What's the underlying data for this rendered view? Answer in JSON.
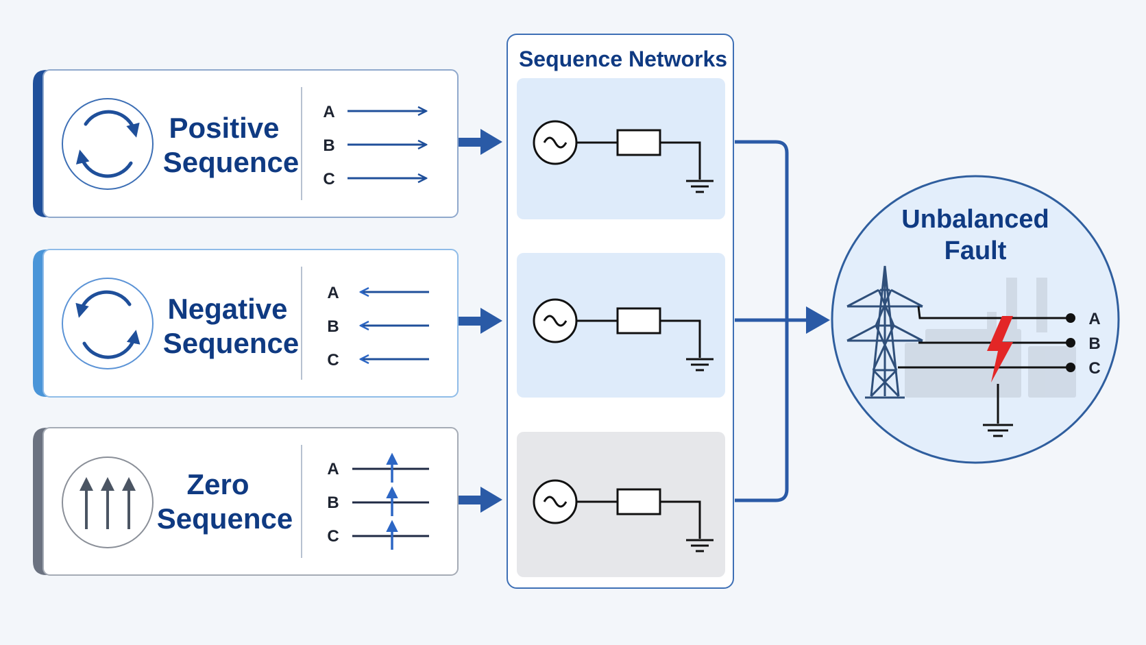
{
  "colors": {
    "background": "#f3f6fa",
    "panel_border": "#8fa8cc",
    "accent_dark_blue": "#1f4f9a",
    "accent_light_blue": "#4a95d8",
    "accent_gray": "#6b7280",
    "arrow_blue": "#2a5aa6",
    "fault_red": "#e32626",
    "network_blue_fill": "#deebfa",
    "network_gray_fill": "#e6e7ea",
    "title_blue": "#0f3a82"
  },
  "panels": [
    {
      "key": "positive",
      "title_line1": "Positive",
      "title_line2": "Sequence",
      "icon": "rotate-clockwise-icon",
      "phase_arrow": "arrow-right-icon",
      "phases": [
        "A",
        "B",
        "C"
      ]
    },
    {
      "key": "negative",
      "title_line1": "Negative",
      "title_line2": "Sequence",
      "icon": "rotate-counterclockwise-icon",
      "phase_arrow": "arrow-left-icon",
      "phases": [
        "A",
        "B",
        "C"
      ]
    },
    {
      "key": "zero",
      "title_line1": "Zero",
      "title_line2": "Sequence",
      "icon": "parallel-up-arrows-icon",
      "phase_arrow": "arrow-up-icon",
      "phases": [
        "A",
        "B",
        "C"
      ]
    }
  ],
  "networks": {
    "title": "Sequence Networks",
    "items": [
      {
        "key": "positive",
        "source_icon": "ac-source-icon",
        "impedance_icon": "impedance-icon",
        "ground_icon": "ground-icon"
      },
      {
        "key": "negative",
        "source_icon": "ac-source-icon",
        "impedance_icon": "impedance-icon",
        "ground_icon": "ground-icon"
      },
      {
        "key": "zero",
        "source_icon": "ac-source-icon",
        "impedance_icon": "impedance-icon",
        "ground_icon": "ground-icon"
      }
    ]
  },
  "fault": {
    "title_line1": "Unbalanced",
    "title_line2": "Fault",
    "phases": [
      "A",
      "B",
      "C"
    ],
    "icons": [
      "transmission-tower-icon",
      "lightning-bolt-icon",
      "ground-icon"
    ]
  }
}
